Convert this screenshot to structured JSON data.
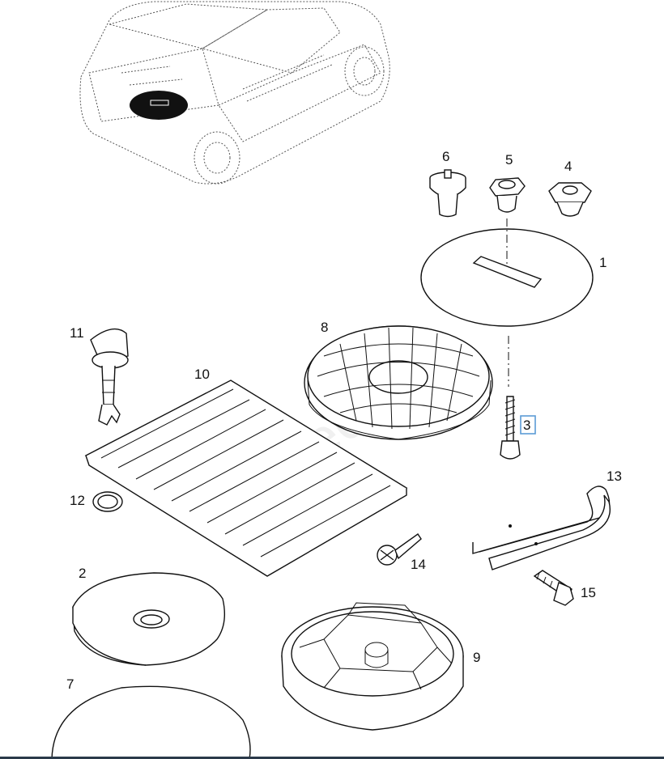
{
  "diagram": {
    "watermark": "Tecdoc",
    "callouts": [
      {
        "id": "1",
        "name": "callout-1"
      },
      {
        "id": "2",
        "name": "callout-2"
      },
      {
        "id": "3",
        "name": "callout-3",
        "highlighted": true
      },
      {
        "id": "4",
        "name": "callout-4"
      },
      {
        "id": "5",
        "name": "callout-5"
      },
      {
        "id": "6",
        "name": "callout-6"
      },
      {
        "id": "7",
        "name": "callout-7"
      },
      {
        "id": "8",
        "name": "callout-8"
      },
      {
        "id": "9",
        "name": "callout-9"
      },
      {
        "id": "10",
        "name": "callout-10"
      },
      {
        "id": "11",
        "name": "callout-11"
      },
      {
        "id": "12",
        "name": "callout-12"
      },
      {
        "id": "13",
        "name": "callout-13"
      },
      {
        "id": "14",
        "name": "callout-14"
      },
      {
        "id": "15",
        "name": "callout-15"
      }
    ],
    "colors": {
      "line": "#111111",
      "highlight_box": "#5b9bd5",
      "car_outline": "#555555"
    }
  }
}
